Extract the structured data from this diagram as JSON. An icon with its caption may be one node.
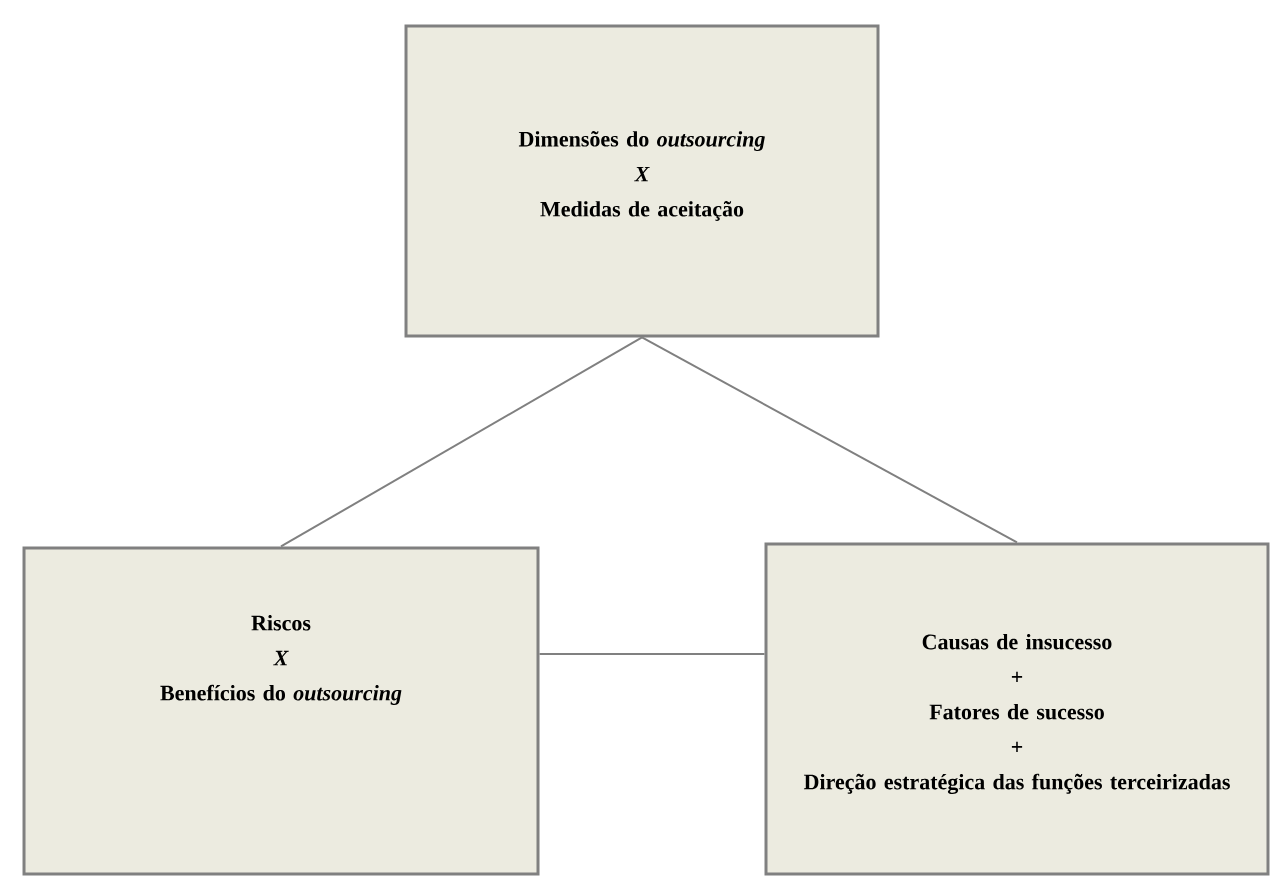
{
  "diagram": {
    "nodes": [
      {
        "text": [
          "Dimensões do *outsourcing*",
          "X",
          "Medidas de aceitação"
        ]
      },
      {
        "text": [
          "Riscos",
          "X",
          "Benefícios do *outsourcing*"
        ]
      },
      {
        "text": [
          "Causas de insucesso",
          "+",
          "Fatores de sucesso",
          "+",
          "Direção estratégica das funções terceirizadas"
        ]
      }
    ],
    "edges": [
      {
        "from": 0,
        "to": 1,
        "arrow": "none"
      },
      {
        "from": 0,
        "to": 2,
        "arrow": "none"
      },
      {
        "from": 1,
        "to": 2,
        "arrow": "none"
      }
    ]
  }
}
